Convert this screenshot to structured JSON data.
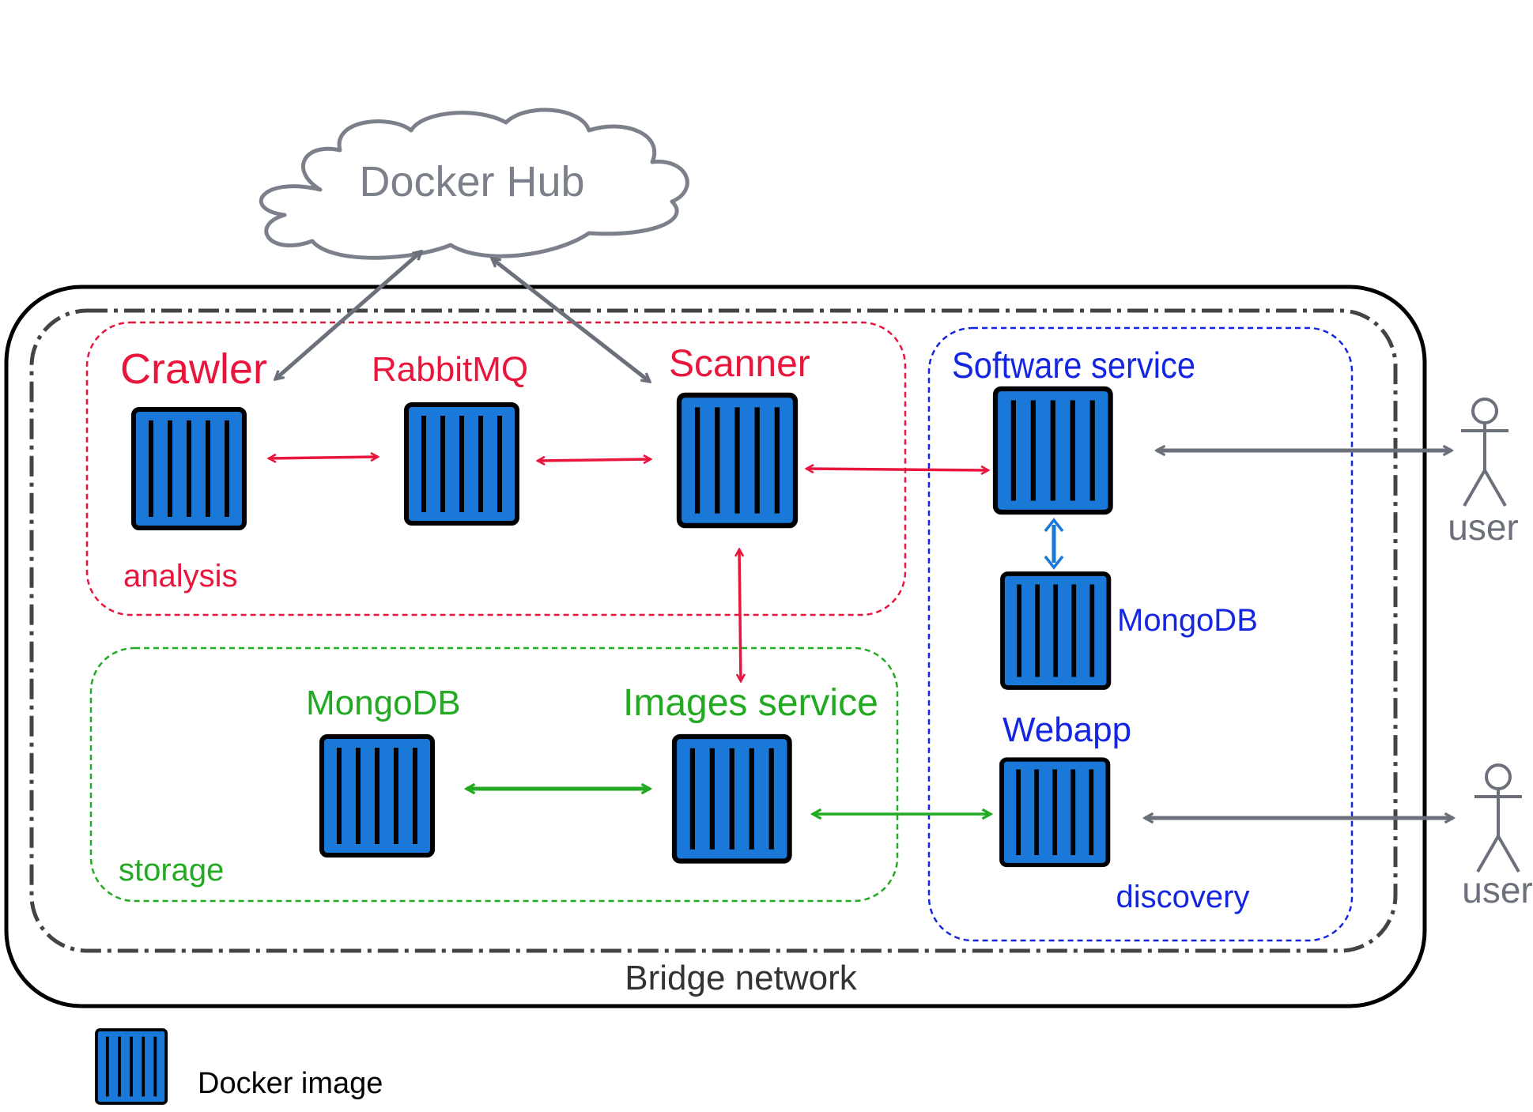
{
  "cloud": {
    "label": "Docker Hub"
  },
  "network": {
    "label": "Bridge network"
  },
  "groups": {
    "analysis": {
      "label": "analysis",
      "color": "#e8163c",
      "nodes": {
        "crawler": "Crawler",
        "rabbitmq": "RabbitMQ",
        "scanner": "Scanner"
      }
    },
    "storage": {
      "label": "storage",
      "color": "#22aa22",
      "nodes": {
        "mongodb": "MongoDB",
        "images_service": "Images service"
      }
    },
    "discovery": {
      "label": "discovery",
      "color": "#1526e0",
      "nodes": {
        "software_service": "Software service",
        "mongodb": "MongoDB",
        "webapp": "Webapp"
      }
    }
  },
  "actors": {
    "top": "user",
    "bottom": "user"
  },
  "legend": {
    "label": "Docker image"
  },
  "colors": {
    "container_fill": "#1a78d8",
    "container_stroke": "#000000",
    "gray_edges": "#6b707a",
    "docker_hub_text": "#7c808a",
    "discovery_inner_arrow": "#1a78d8"
  }
}
